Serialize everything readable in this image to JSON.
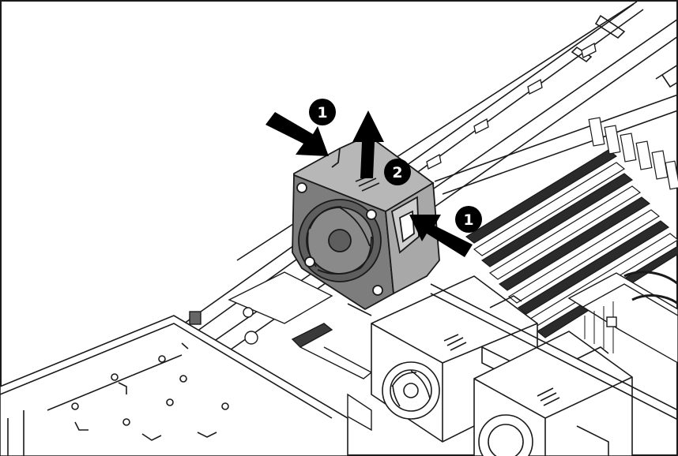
{
  "colors": {
    "background": "#ffffff",
    "line": "#1a1a1a",
    "fan_gray": "#7d7d7d",
    "fan_dark": "#4a4a4a",
    "fan_light": "#a8a8a8",
    "fan_top": "#b7b7b7",
    "arrow": "#000000"
  },
  "callouts": {
    "squeeze_left": "1",
    "lift": "2",
    "squeeze_right": "1"
  },
  "icons": {
    "fan_module": "fan-module-icon",
    "press_arrow": "arrow-icon",
    "lift_arrow": "up-arrow-icon"
  }
}
